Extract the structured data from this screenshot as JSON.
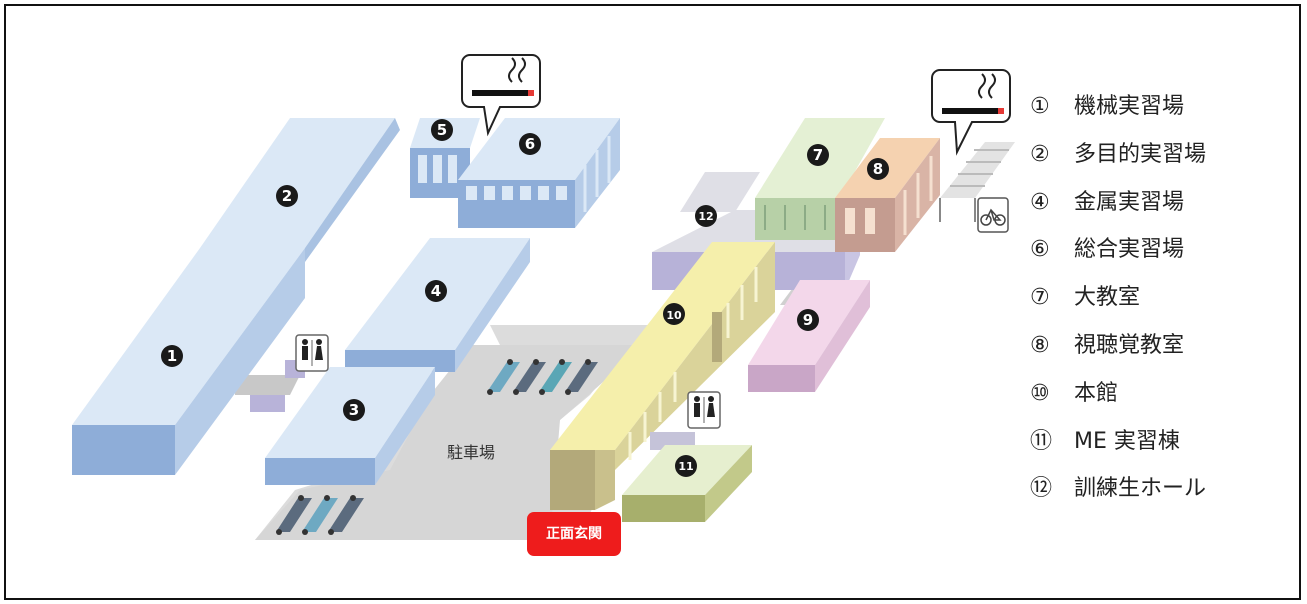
{
  "legend": [
    {
      "marker": "①",
      "name": "機械実習場"
    },
    {
      "marker": "②",
      "name": "多目的実習場"
    },
    {
      "marker": "④",
      "name": "金属実習場"
    },
    {
      "marker": "⑥",
      "name": "総合実習場"
    },
    {
      "marker": "⑦",
      "name": "大教室"
    },
    {
      "marker": "⑧",
      "name": "視聴覚教室"
    },
    {
      "marker": "⑩",
      "name": "本館"
    },
    {
      "marker": "⑪",
      "name": "ME 実習棟"
    },
    {
      "marker": "⑫",
      "name": "訓練生ホール"
    }
  ],
  "buildings": {
    "b1": "1",
    "b2": "2",
    "b3": "3",
    "b4": "4",
    "b5": "5",
    "b6": "6",
    "b7": "7",
    "b8": "8",
    "b9": "9",
    "b10": "10",
    "b11": "11",
    "b12": "12"
  },
  "parking_label": "駐車場",
  "entrance_label": "正面玄関",
  "icons": {
    "smoking": "smoking-area-icon",
    "restroom": "restroom-icon",
    "bicycle": "bicycle-parking-icon",
    "car": "car-icon"
  },
  "colors": {
    "workshop_blue": "#cfe0f3",
    "main_building_yellow": "#f5efab",
    "room8_orange": "#f5d2b0",
    "room9_pink": "#f3d7ea",
    "hall_gray": "#d9d9e3",
    "me_green": "#e6efcf",
    "entrance_red": "#ee1c1c"
  }
}
